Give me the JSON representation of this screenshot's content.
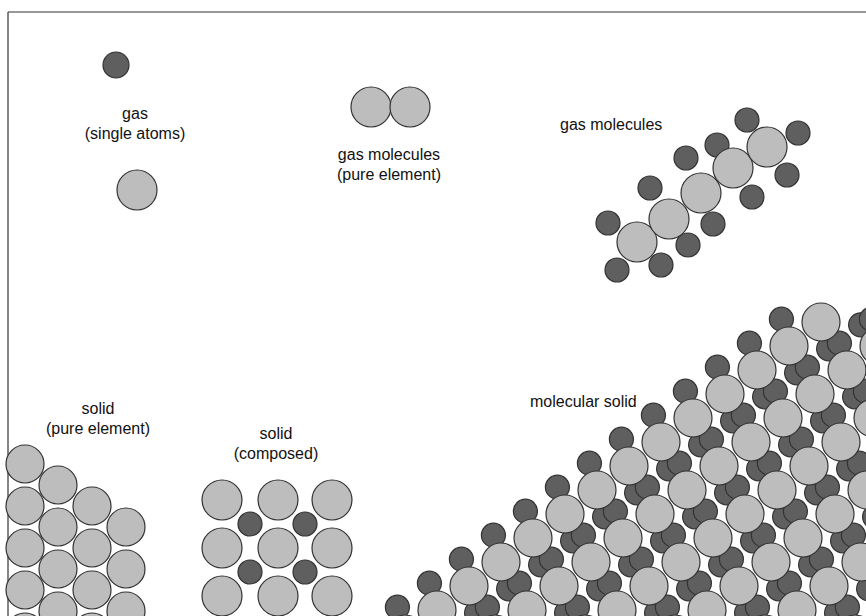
{
  "diagram": {
    "labels": [
      "gas (single atoms)",
      "gas molecules (pure element)",
      "gas molecules",
      "solid (pure element)",
      "solid (composed)",
      "molecular solid"
    ]
  }
}
